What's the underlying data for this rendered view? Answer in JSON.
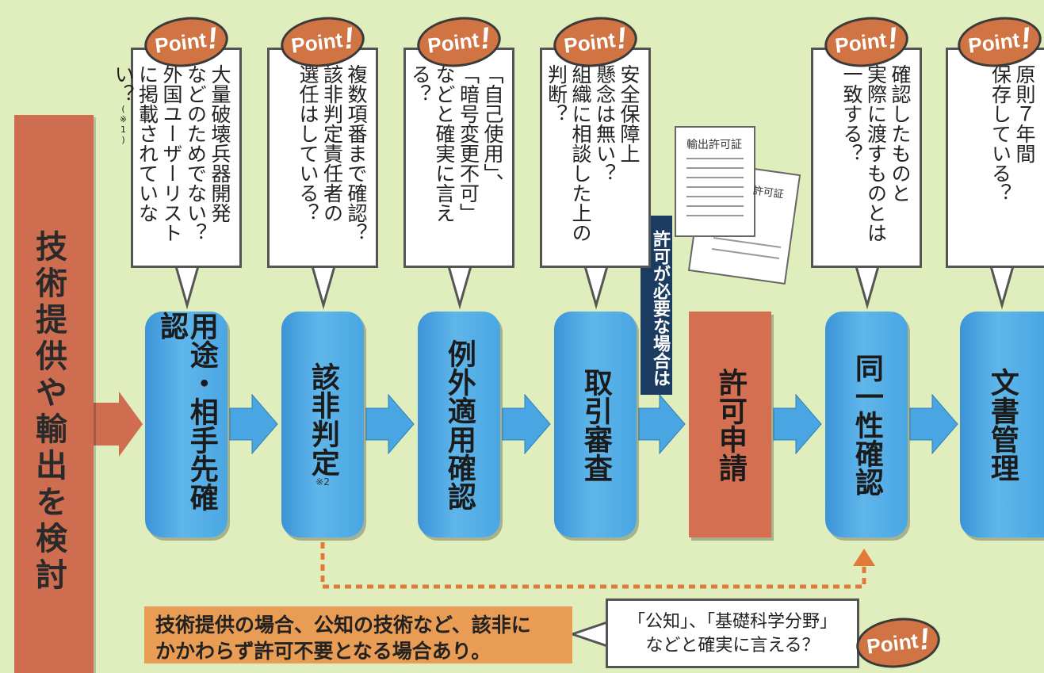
{
  "start_label": "技術提供や輸出を検討",
  "point_badge": {
    "text": "Point",
    "mark": "!"
  },
  "steps": [
    {
      "label": "用途・相手先確認",
      "note": ""
    },
    {
      "label": "該非判定",
      "note": "※2"
    },
    {
      "label": "例外適用確認",
      "note": ""
    },
    {
      "label": "取引審査",
      "note": ""
    },
    {
      "label": "許可申請",
      "note": ""
    },
    {
      "label": "同一性確認",
      "note": ""
    },
    {
      "label": "文書管理",
      "note": ""
    }
  ],
  "callouts": [
    {
      "lines": [
        "大量破壊兵器開発",
        "などのためでない？",
        "外国ユーザーリスト",
        "に掲載されていない？"
      ],
      "note": "(※1)"
    },
    {
      "lines": [
        "複数項番まで確認？",
        "該非判定責任者の",
        "選任はしている？"
      ]
    },
    {
      "lines": [
        "「自己使用」、",
        "「暗号変更不可」",
        "などと確実に言える？"
      ]
    },
    {
      "lines": [
        "安全保障上",
        "懸念は無い？",
        "組織に相談した上の",
        "判断？"
      ]
    },
    {
      "lines": [
        "確認したものと",
        "実際に渡すものとは",
        "一致する？"
      ]
    },
    {
      "lines": [
        "原則７年間",
        "保存している？"
      ]
    }
  ],
  "permit_condition": "許可が必要な場合は",
  "certificate": {
    "title": "輸出許可証",
    "title_back": "許可証"
  },
  "bottom_note": {
    "line1": "技術提供の場合、公知の技術など、該非に",
    "line2": "かかわらず許可不要となる場合あり。"
  },
  "bottom_callout": {
    "line1": "「公知」、「基礎科学分野」",
    "line2": "などと確実に言える？"
  },
  "colors": {
    "background": "#dfeebc",
    "step_blue": "#4aa6e2",
    "step_orange": "#d56f52",
    "start_bar": "#cf6d50",
    "point_badge": "#d07444",
    "navy": "#1c3b60",
    "note_orange": "#e99c53",
    "dotted_arrow": "#e07a3a"
  }
}
